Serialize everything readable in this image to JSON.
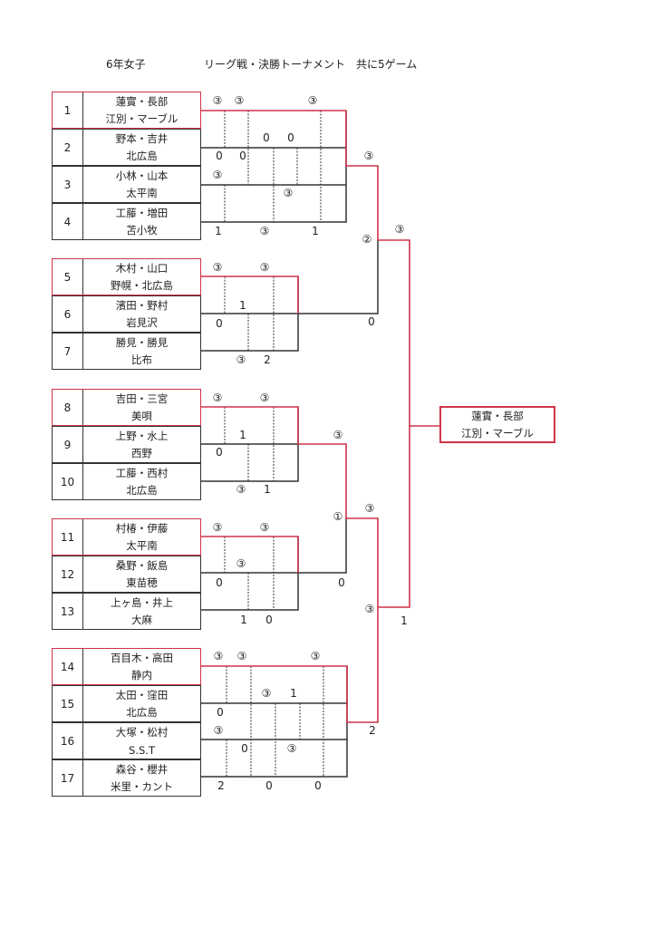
{
  "title": {
    "category": "6年女子",
    "format": "リーグ戦・決勝トーナメント　共に5ゲーム"
  },
  "teams": [
    {
      "no": "1",
      "players": "蓮實・長部",
      "club": "江別・マーブル"
    },
    {
      "no": "2",
      "players": "野本・吉井",
      "club": "北広島"
    },
    {
      "no": "3",
      "players": "小林・山本",
      "club": "太平南"
    },
    {
      "no": "4",
      "players": "工藤・増田",
      "club": "苫小牧"
    },
    {
      "no": "5",
      "players": "木村・山口",
      "club": "野幌・北広島"
    },
    {
      "no": "6",
      "players": "濱田・野村",
      "club": "岩見沢"
    },
    {
      "no": "7",
      "players": "勝見・勝見",
      "club": "比布"
    },
    {
      "no": "8",
      "players": "吉田・三宮",
      "club": "美唄"
    },
    {
      "no": "9",
      "players": "上野・水上",
      "club": "西野"
    },
    {
      "no": "10",
      "players": "工藤・西村",
      "club": "北広島"
    },
    {
      "no": "11",
      "players": "村椿・伊藤",
      "club": "太平南"
    },
    {
      "no": "12",
      "players": "桑野・飯島",
      "club": "東苗穂"
    },
    {
      "no": "13",
      "players": "上ヶ島・井上",
      "club": "大麻"
    },
    {
      "no": "14",
      "players": "百目木・高田",
      "club": "静内"
    },
    {
      "no": "15",
      "players": "太田・窪田",
      "club": "北広島"
    },
    {
      "no": "16",
      "players": "大塚・松村",
      "club": "S.S.T"
    },
    {
      "no": "17",
      "players": "森谷・櫻井",
      "club": "米里・カント"
    }
  ],
  "league_scores": [
    "③",
    "③",
    "③",
    "0",
    "0",
    "0",
    "0",
    "③",
    "③",
    "1",
    "③",
    "1",
    "③",
    "③",
    "1",
    "0",
    "③",
    "2",
    "③",
    "③",
    "1",
    "0",
    "③",
    "1",
    "③",
    "③",
    "③",
    "0",
    "1",
    "0",
    "③",
    "③",
    "③",
    "③",
    "1",
    "0",
    "③",
    "0",
    "③",
    "2",
    "0",
    "0"
  ],
  "tournament_scores": [
    "③",
    "②",
    "③",
    "0",
    "③",
    "①",
    "0",
    "③",
    "③",
    "1",
    "2"
  ],
  "champion": {
    "players": "蓮實・長部",
    "club": "江別・マーブル"
  },
  "colors": {
    "winner": "#d0344a",
    "line": "#333333"
  }
}
